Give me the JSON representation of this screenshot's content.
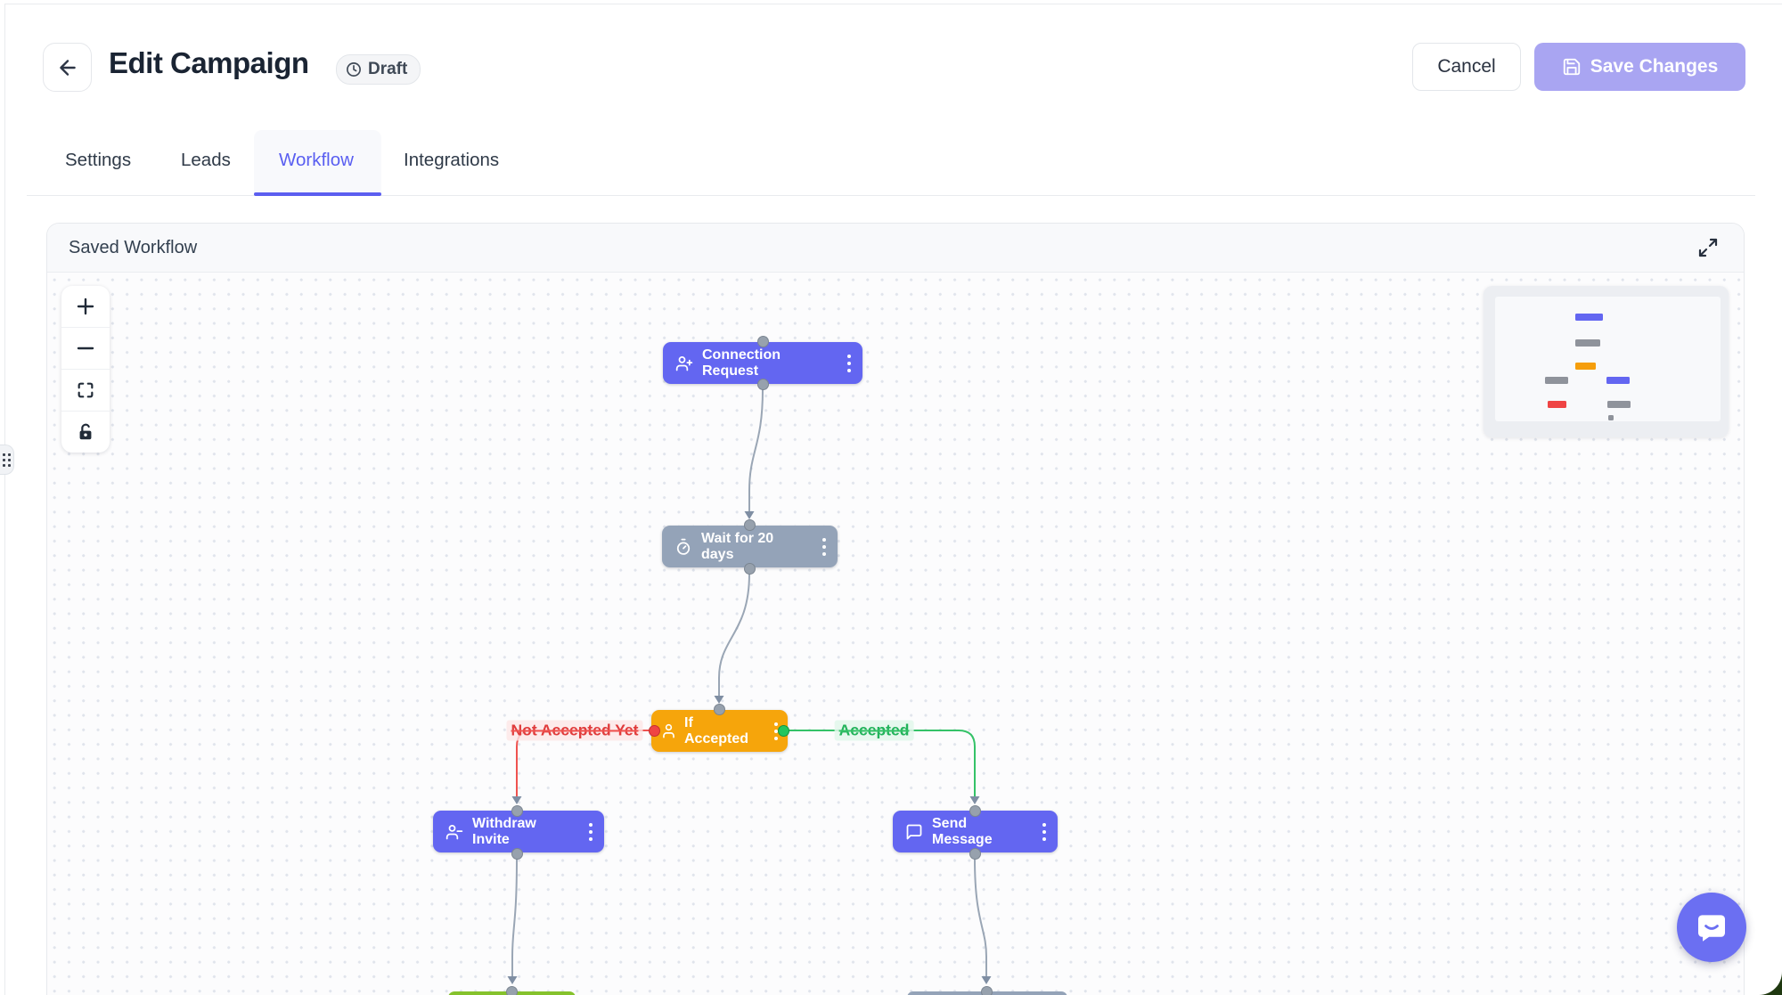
{
  "header": {
    "title": "Edit Campaign",
    "badge": {
      "label": "Draft",
      "icon": "clock-icon"
    },
    "back_icon": "arrow-left-icon",
    "cancel_label": "Cancel",
    "save": {
      "label": "Save Changes",
      "icon": "save-icon"
    }
  },
  "tabs": [
    {
      "label": "Settings",
      "active": false
    },
    {
      "label": "Leads",
      "active": false
    },
    {
      "label": "Workflow",
      "active": true
    },
    {
      "label": "Integrations",
      "active": false
    }
  ],
  "panel": {
    "title": "Saved Workflow",
    "expand_icon": "expand-icon"
  },
  "canvas": {
    "controls": [
      {
        "name": "zoom-in",
        "icon": "plus-icon"
      },
      {
        "name": "zoom-out",
        "icon": "minus-icon"
      },
      {
        "name": "fit-view",
        "icon": "fit-view-icon"
      },
      {
        "name": "toggle-interactivity",
        "icon": "unlock-icon"
      }
    ],
    "nodes": [
      {
        "label": "Connection Request",
        "icon": "user-plus-icon",
        "color": "#6366f1"
      },
      {
        "label": "Wait for 20 days",
        "icon": "timer-icon",
        "color": "#94a3b8"
      },
      {
        "label": "If Accepted",
        "icon": "user-icon",
        "color": "#f6a50b"
      },
      {
        "label": "Withdraw Invite",
        "icon": "user-minus-icon",
        "color": "#6366f1"
      },
      {
        "label": "Send Message",
        "icon": "message-icon",
        "color": "#6366f1"
      }
    ],
    "edge_labels": [
      {
        "label": "Not Accepted Yet",
        "color": "#ef4444"
      },
      {
        "label": "Accepted",
        "color": "#22c55e"
      }
    ],
    "minimap_node_colors": [
      "#6366f1",
      "#8f939b",
      "#f59e0b",
      "#8f939b",
      "#6366f1",
      "#ef4444",
      "#8f939b",
      "#8f939b"
    ]
  },
  "colors": {
    "accent": "#6366f1",
    "save_disabled": "#a9a5f2",
    "wait_gray": "#94a3b8",
    "condition_orange": "#f6a50b",
    "edge_gray": "#9aa6b5",
    "edge_red": "#ef5350",
    "edge_green": "#35c268",
    "intercom": "#6b6ff2"
  }
}
